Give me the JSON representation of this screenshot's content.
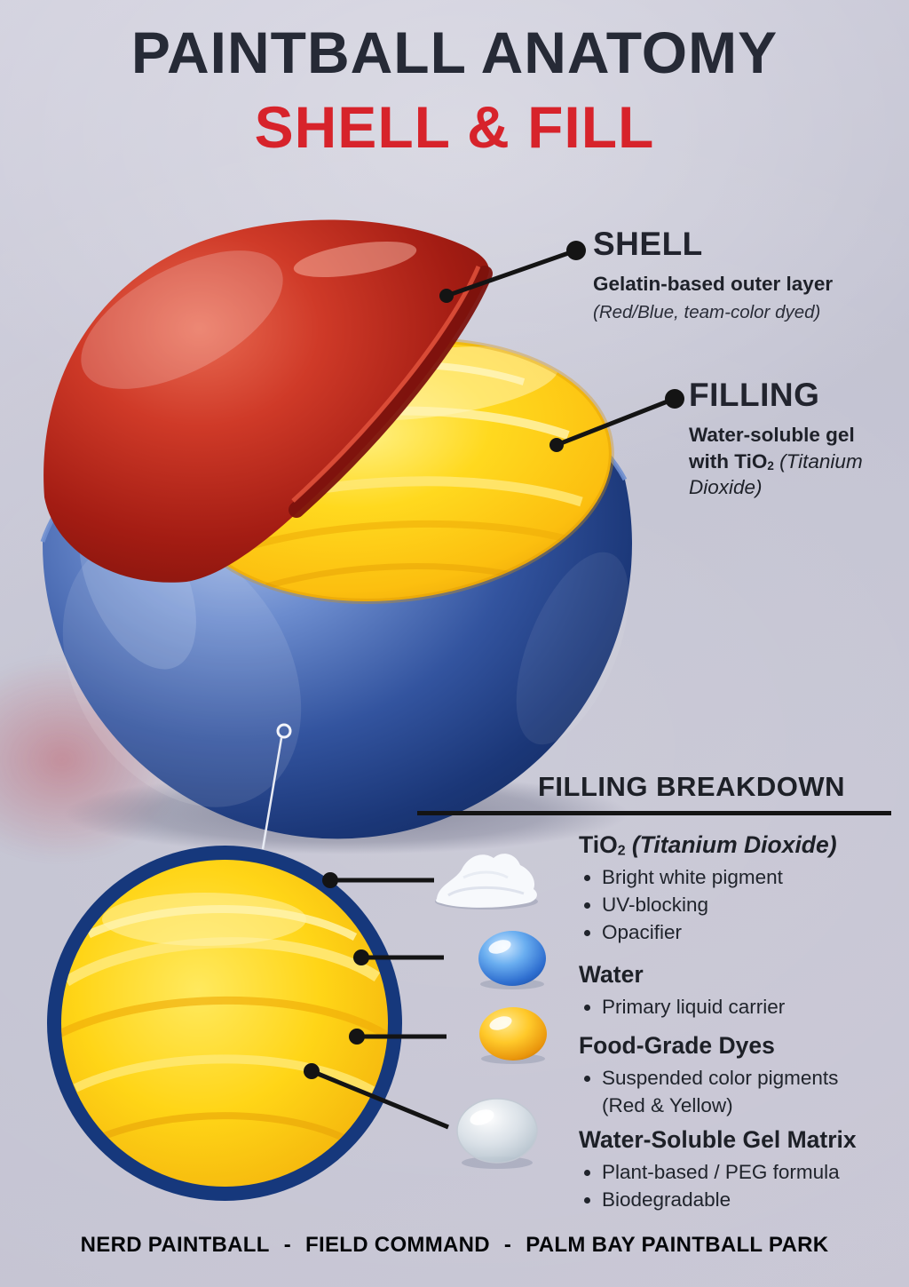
{
  "header": {
    "title": "PAINTBALL ANATOMY",
    "subtitle": "SHELL & FILL"
  },
  "callouts": {
    "shell": {
      "label": "SHELL",
      "description": "Gelatin-based outer layer",
      "note": "(Red/Blue, team-color dyed)"
    },
    "filling": {
      "label": "FILLING",
      "description_bold": "Water-soluble gel with TiO",
      "subscript": "2",
      "description_italic": " (Titanium Dioxide)"
    }
  },
  "breakdown": {
    "heading": "FILLING BREAKDOWN",
    "items": [
      {
        "icon": "tio2-powder-icon",
        "name": "TiO",
        "name_subscript": "2",
        "name_italic": " (Titanium Dioxide)",
        "bullets": [
          "Bright white pigment",
          "UV-blocking",
          "Opacifier"
        ]
      },
      {
        "icon": "water-droplet-icon",
        "name": "Water",
        "bullets": [
          "Primary liquid carrier"
        ]
      },
      {
        "icon": "dye-droplet-icon",
        "name": "Food-Grade Dyes",
        "bullets": [
          "Suspended color pigments"
        ],
        "bullet_continuation": "(Red & Yellow)"
      },
      {
        "icon": "gel-droplet-icon",
        "name": "Water-Soluble Gel Matrix",
        "bullets": [
          "Plant-based / PEG formula",
          "Biodegradable"
        ]
      }
    ]
  },
  "footer": {
    "parts": [
      "NERD PAINTBALL",
      "FIELD COMMAND",
      "PALM BAY PAINTBALL PARK"
    ],
    "separator": "-"
  },
  "colors": {
    "accent_red": "#d7232b",
    "title_dark": "#262a36",
    "shell_red": "#b52a1b",
    "shell_blue": "#2c4f9e",
    "fill_yellow": "#ffd41c"
  }
}
